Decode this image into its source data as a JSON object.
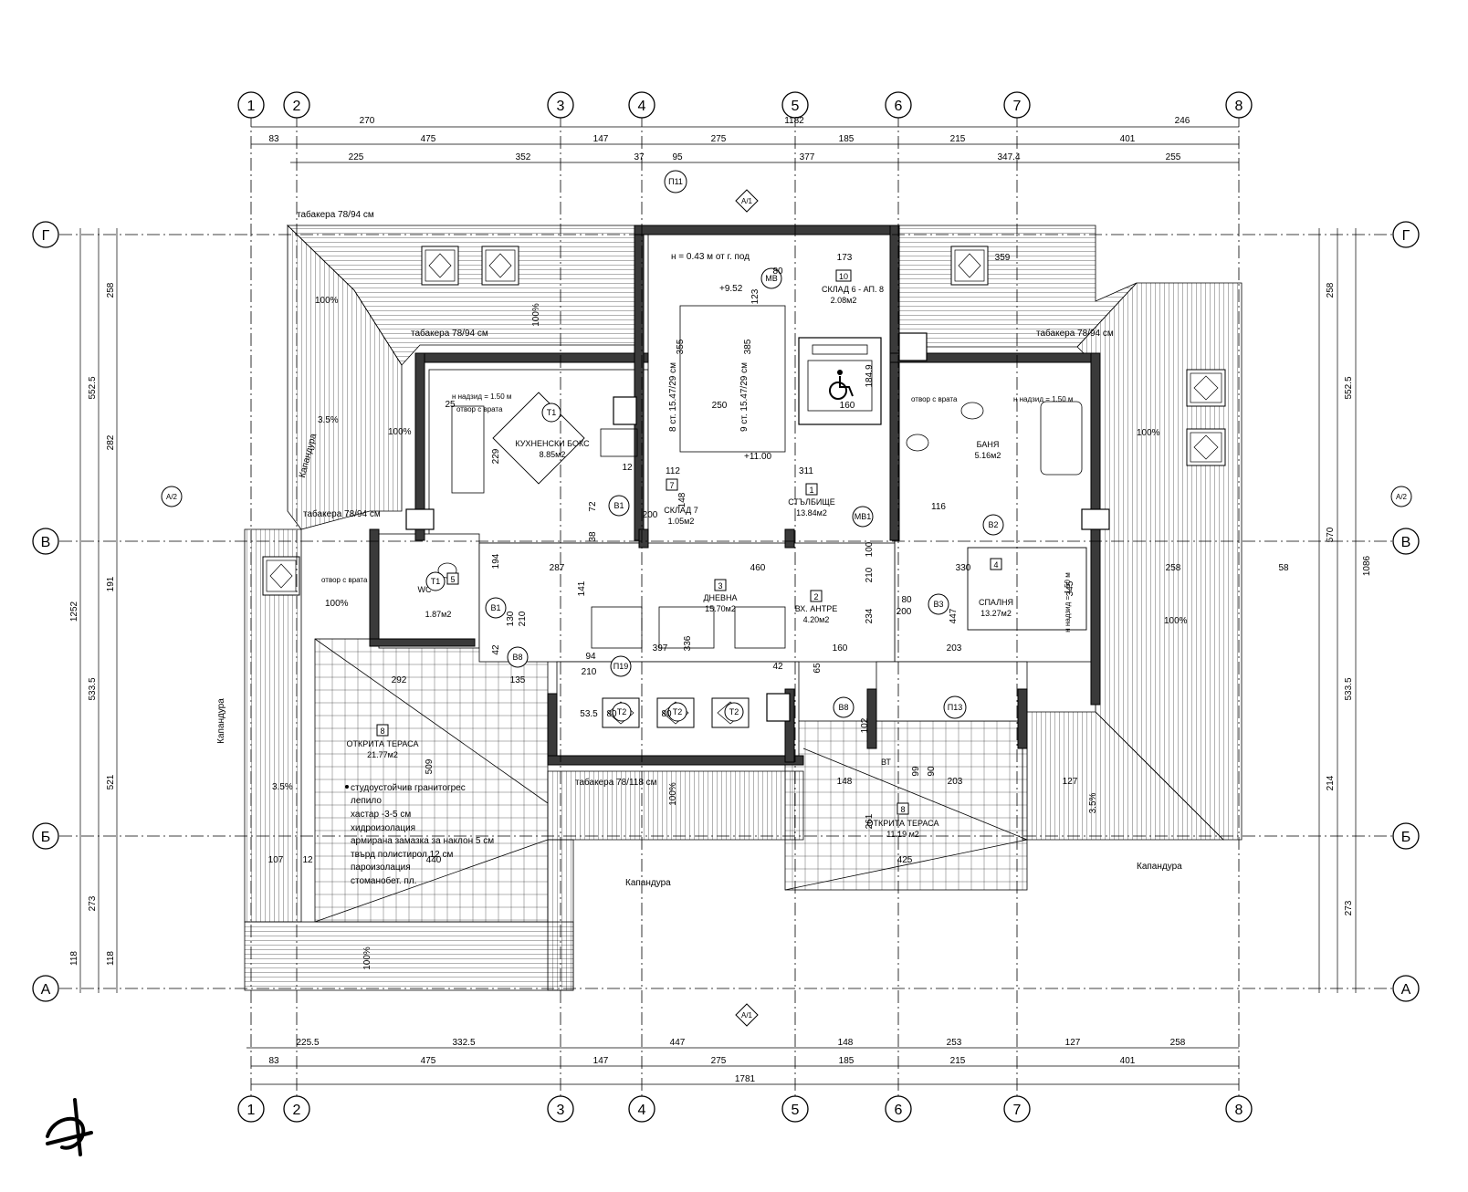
{
  "axes": {
    "vertical": [
      "1",
      "2",
      "3",
      "4",
      "5",
      "6",
      "7",
      "8"
    ],
    "horizontal": [
      "Г",
      "В",
      "Б",
      "А"
    ]
  },
  "dims_top": {
    "row1": [
      "270",
      "1182",
      "246"
    ],
    "row2": [
      "83",
      "475",
      "147",
      "37",
      "275",
      "185",
      "215",
      "401"
    ],
    "row3": [
      "225",
      "352",
      "95",
      "377",
      "347.4",
      "255"
    ]
  },
  "dims_bottom": {
    "row1": [
      "225.5",
      "332.5",
      "447",
      "148",
      "253",
      "127",
      "258"
    ],
    "row2": [
      "83",
      "475",
      "147",
      "275",
      "185",
      "215",
      "401"
    ],
    "total": "1781"
  },
  "dims_left": {
    "outer": "1252",
    "mid": [
      "552.5",
      "533.5",
      "118"
    ],
    "inner": [
      "258",
      "282",
      "191",
      "521",
      "273",
      "118"
    ]
  },
  "dims_right": {
    "outer": "1086",
    "mid": [
      "552.5",
      "533.5",
      "273"
    ],
    "inner": [
      "258",
      "570",
      "214"
    ]
  },
  "section_marks": [
    "A/1",
    "A/1",
    "A/2",
    "A/2"
  ],
  "rooms": [
    {
      "no": "1",
      "name": "СТЪЛБИЩЕ",
      "area": "13.84м2"
    },
    {
      "no": "2",
      "name": "ВХ. АНТРЕ",
      "area": "4.20м2"
    },
    {
      "no": "3",
      "name": "ДНЕВНА",
      "area": "15.70м2"
    },
    {
      "no": "4",
      "name": "СПАЛНЯ",
      "area": "13.27м2"
    },
    {
      "no": "5",
      "name": "WC",
      "area": "1.87м2"
    },
    {
      "no": "7",
      "name": "СКЛАД 7",
      "area": "1.05м2"
    },
    {
      "no": "8",
      "name": "ОТКРИТА ТЕРАСА",
      "area": "21.77м2"
    },
    {
      "no": "8",
      "name": "ОТКРИТА ТЕРАСА",
      "area": "11.19 м2"
    },
    {
      "no": "10",
      "name": "СКЛАД 6 - АП. 8",
      "area": "2.08м2"
    }
  ],
  "room_labels_other": {
    "kitchen_name": "КУХНЕНСКИ БОКС",
    "kitchen_area": "8.85м2",
    "bath_name": "БАНЯ",
    "bath_area": "5.16м2"
  },
  "skylight_labels": [
    "табакера 78/94 см",
    "табакера 78/94 см",
    "табакера 78/94 см",
    "табакера 78/94 см",
    "табакера 78/118 см"
  ],
  "gutter_labels": [
    "Капандура",
    "Капандура",
    "Капандура",
    "Капандура"
  ],
  "slope_labels": [
    "100%",
    "100%",
    "100%",
    "3.5%",
    "100%",
    "100%",
    "100%",
    "100%",
    "3.5%",
    "3.5%",
    "100%"
  ],
  "opening_labels": [
    "отвор с врата",
    "отвор с врата",
    "отвор с врата"
  ],
  "height_notes": [
    "н = 0.43 м от г. под",
    "н надзид = 1.50 м",
    "н надзид = 1.50 м",
    "н надзид = 1.50 м"
  ],
  "levels": [
    "+9.52",
    "+11.00"
  ],
  "stair_notes": [
    "8 ст. 15.47/29 см",
    "9 ст. 15.47/29 см"
  ],
  "tags": [
    "П11",
    "П13",
    "П19",
    "МВ",
    "МВ1",
    "В1",
    "В1",
    "В2",
    "В3",
    "В8",
    "В8",
    "Т1",
    "Т1",
    "Т2",
    "Т2",
    "Т2",
    "ВТ"
  ],
  "legend": [
    "студоустойчив гранитогрес",
    "лепило",
    "хастар -3-5 см",
    "хидроизолация",
    "армирана замазка за наклон 5 см",
    "твърд полистирол 12 см",
    "пароизолация",
    "стоманобет. пл."
  ],
  "interior_dims": [
    "287",
    "460",
    "330",
    "258",
    "397",
    "336",
    "292",
    "135",
    "440",
    "107",
    "425",
    "148",
    "203",
    "127",
    "160",
    "203",
    "94",
    "210",
    "112",
    "311",
    "116",
    "173",
    "250",
    "359",
    "345",
    "447",
    "234",
    "509",
    "261",
    "229",
    "194",
    "141",
    "100",
    "210",
    "200",
    "200",
    "80",
    "80",
    "160",
    "184.9",
    "123",
    "355",
    "385",
    "148",
    "72",
    "38",
    "42",
    "130",
    "210",
    "65",
    "102",
    "99",
    "90",
    "25",
    "12",
    "53.5",
    "80",
    "12",
    "80",
    "58",
    "42"
  ],
  "colors": {
    "ink": "#000000",
    "wall_fill": "#3a3a3a",
    "paper": "#ffffff"
  }
}
